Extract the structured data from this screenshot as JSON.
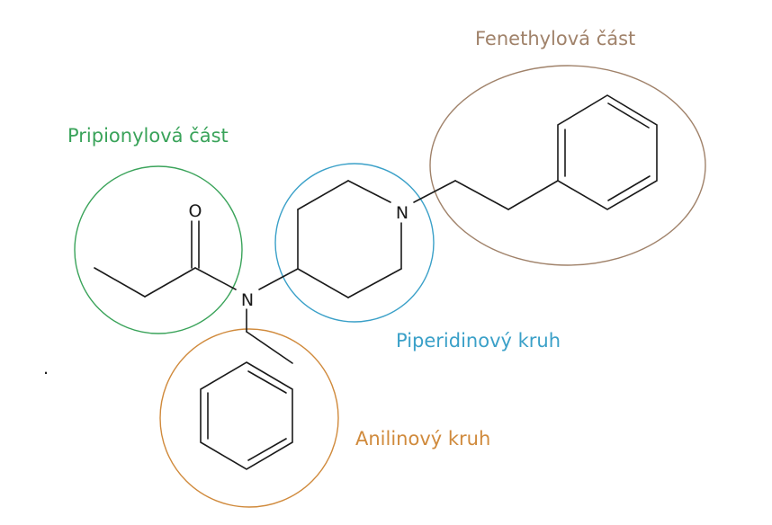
{
  "groups": {
    "propionyl": {
      "label": "Pripionylová část",
      "color": "#3aa35a"
    },
    "piperidine": {
      "label": "Piperidinový kruh",
      "color": "#3aa0c8"
    },
    "phenethyl": {
      "label": "Fenethylová část",
      "color": "#a0826a"
    },
    "aniline": {
      "label": "Anilinový kruh",
      "color": "#d08a3c"
    }
  },
  "atoms": {
    "oxygen": "O",
    "amide_nitrogen": "N",
    "piperidine_nitrogen": "N"
  },
  "misc": {
    "stray_dot": "."
  }
}
